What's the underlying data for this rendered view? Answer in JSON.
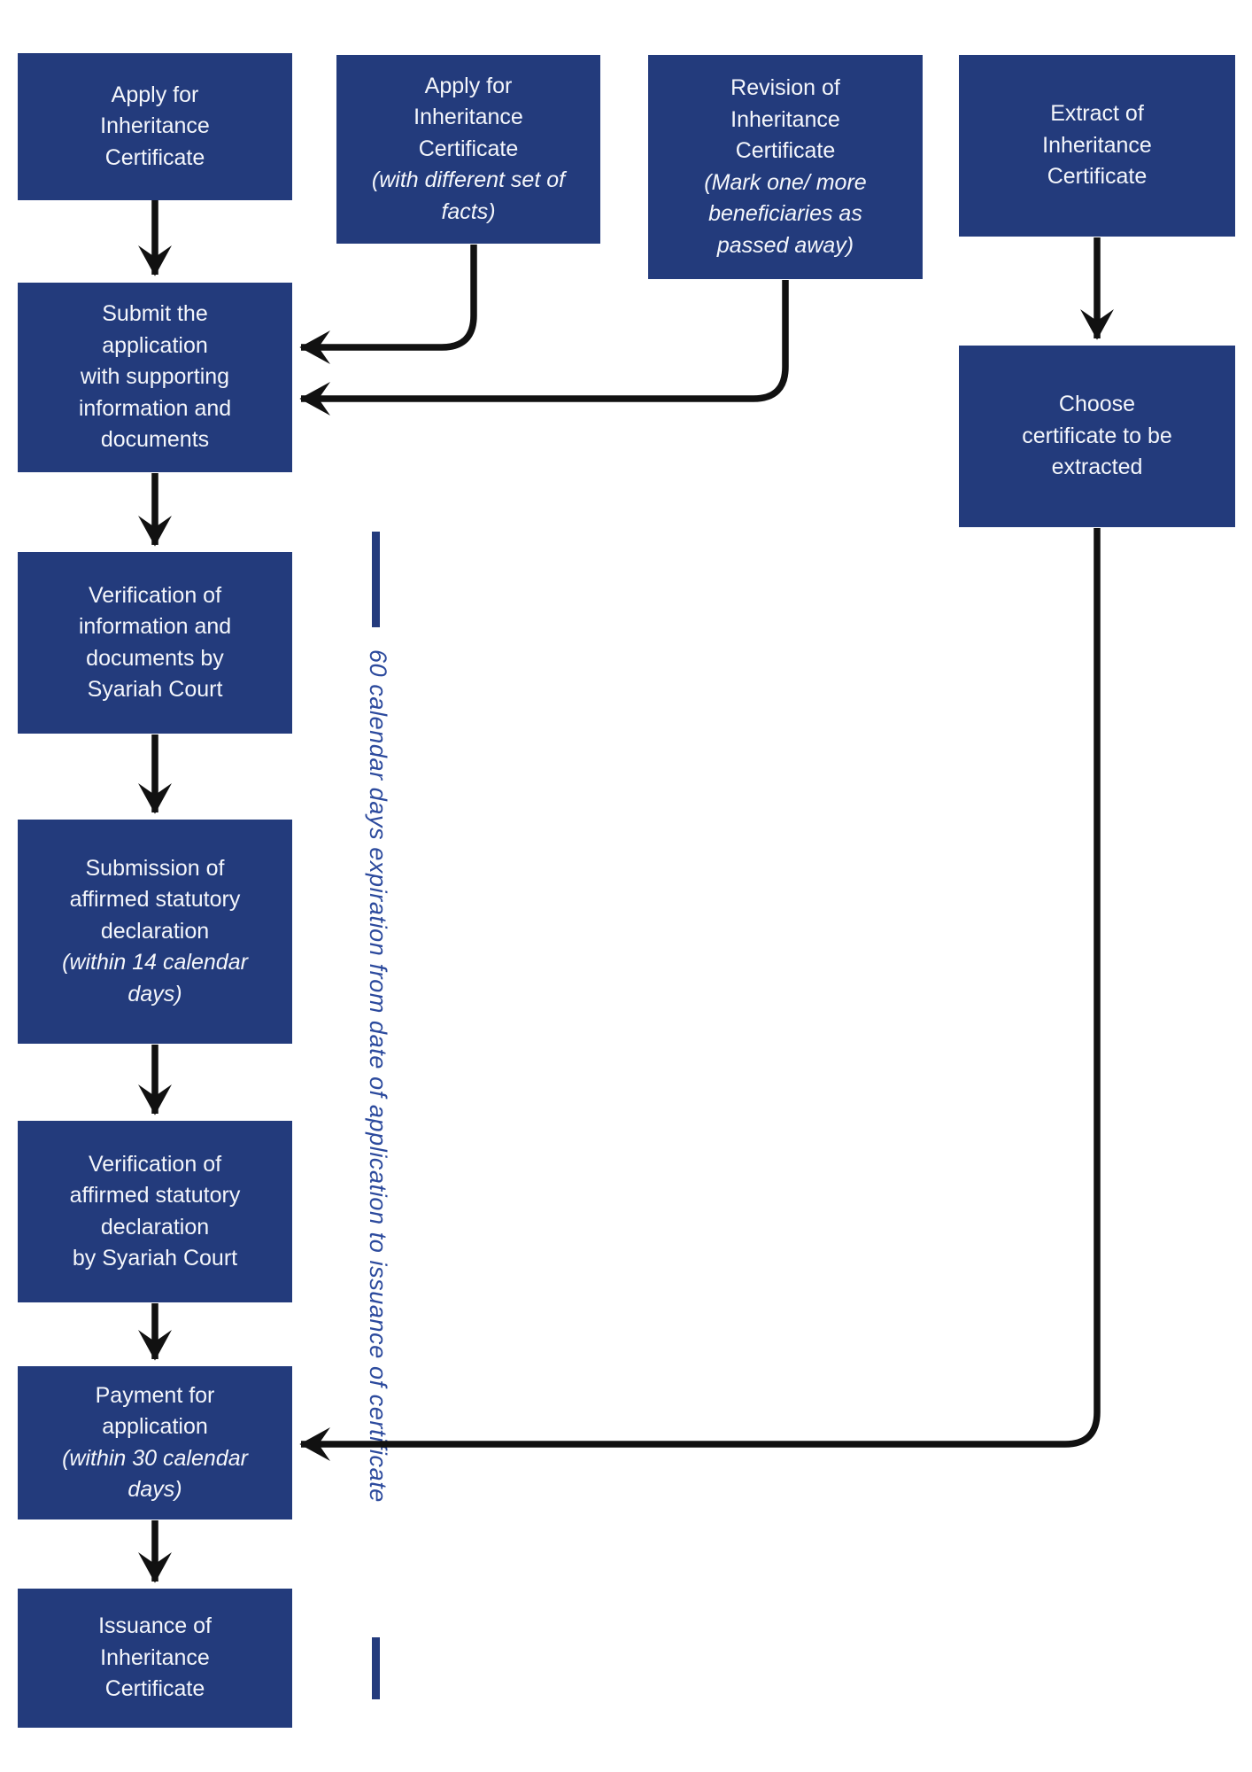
{
  "colors": {
    "node_fill": "#233b7c",
    "node_text": "#f4f6fb",
    "arrow": "#111111",
    "annotation_blue": "#2c4a9d"
  },
  "nodes": {
    "apply": {
      "label": "Apply for\nInheritance\nCertificate"
    },
    "apply_different_facts": {
      "label": "Apply for\nInheritance\nCertificate",
      "note": "(with different set of\nfacts)"
    },
    "revision": {
      "label": "Revision of\nInheritance\nCertificate",
      "note": "(Mark one/ more\nbeneficiaries as\npassed away)"
    },
    "extract": {
      "label": "Extract of\nInheritance\nCertificate"
    },
    "submit": {
      "label": "Submit the\napplication\nwith supporting\ninformation and\ndocuments"
    },
    "choose": {
      "label": "Choose\ncertificate to be\nextracted"
    },
    "verify_info": {
      "label": "Verification of\ninformation and\ndocuments by\nSyariah Court"
    },
    "submission_declaration": {
      "label": "Submission of\naffirmed statutory\ndeclaration",
      "note": "(within 14 calendar\ndays)"
    },
    "verify_declaration": {
      "label": "Verification of\naffirmed statutory\ndeclaration\nby Syariah Court"
    },
    "payment": {
      "label": "Payment for\napplication",
      "note": "(within 30 calendar\ndays)"
    },
    "issuance": {
      "label": "Issuance of\nInheritance\nCertificate"
    }
  },
  "annotation": {
    "text": "60 calendar days expiration from date of application to issuance of certificate"
  },
  "edges": [
    {
      "from": "apply",
      "to": "submit"
    },
    {
      "from": "apply_different_facts",
      "to": "submit"
    },
    {
      "from": "revision",
      "to": "submit"
    },
    {
      "from": "extract",
      "to": "choose"
    },
    {
      "from": "submit",
      "to": "verify_info"
    },
    {
      "from": "verify_info",
      "to": "submission_declaration"
    },
    {
      "from": "submission_declaration",
      "to": "verify_declaration"
    },
    {
      "from": "verify_declaration",
      "to": "payment"
    },
    {
      "from": "choose",
      "to": "payment"
    },
    {
      "from": "payment",
      "to": "issuance"
    }
  ]
}
